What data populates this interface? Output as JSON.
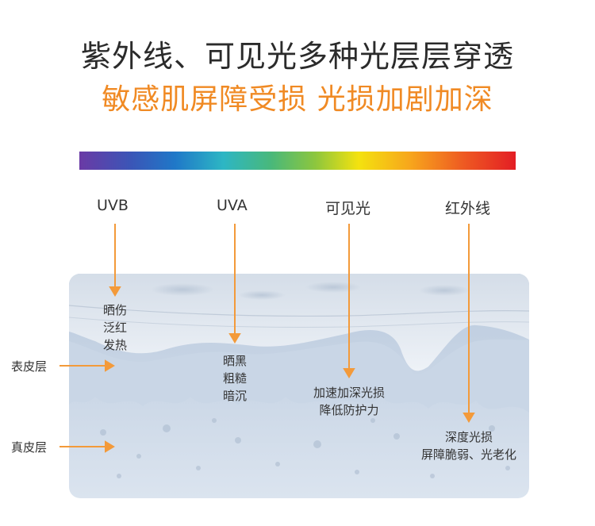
{
  "title": {
    "line1": "紫外线、可见光多种光层层穿透",
    "line2": "敏感肌屏障受损 光损加剧加深"
  },
  "colors": {
    "accent": "#f08a24",
    "arrow": "#f39a3a"
  },
  "rays": [
    {
      "label": "UVB",
      "effects": [
        "晒伤",
        "泛红",
        "发热"
      ]
    },
    {
      "label": "UVA",
      "effects": [
        "晒黑",
        "粗糙",
        "暗沉"
      ]
    },
    {
      "label": "可见光",
      "effects": [
        "加速加深光损",
        "降低防护力"
      ]
    },
    {
      "label": "红外线",
      "effects": [
        "深度光损",
        "屏障脆弱、光老化"
      ]
    }
  ],
  "layers": {
    "epidermis": "表皮层",
    "dermis": "真皮层"
  }
}
